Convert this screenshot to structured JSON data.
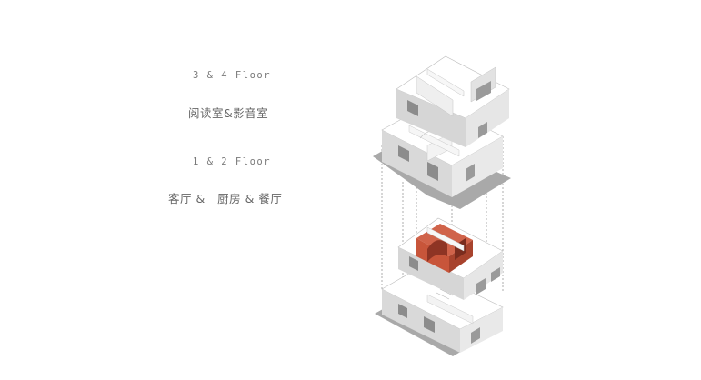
{
  "upper_block": {
    "floor_label": "3 & 4 Floor",
    "rooms_label": "阅读室&影音室"
  },
  "lower_block": {
    "floor_label": "1 & 2 Floor",
    "rooms_label": "客厅 &   厨房 & 餐厅"
  },
  "colors": {
    "background": "#ffffff",
    "wall_top": "#ffffff",
    "wall_side": "#dcdcdc",
    "wall_dark": "#c4c4c4",
    "shadow": "#a9a9a9",
    "accent_volume": "#c8553a",
    "accent_dark": "#8e3424"
  }
}
